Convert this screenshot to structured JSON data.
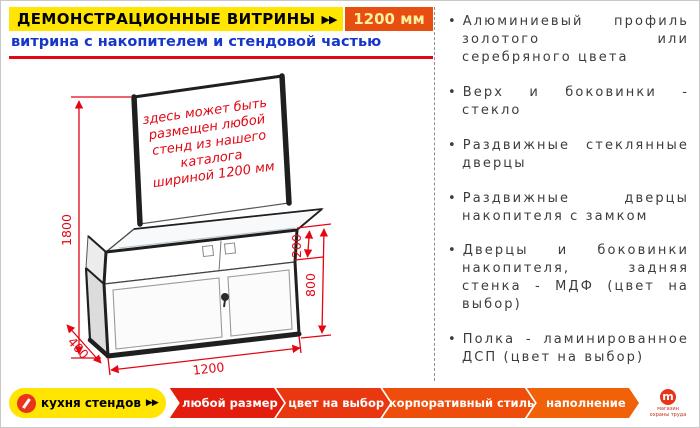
{
  "header": {
    "title": "ДЕМОНСТРАЦИОННЫЕ ВИТРИНЫ",
    "arrows": "▶▶",
    "size_badge": "1200 мм",
    "subtitle": "витрина с накопителем и стендовой частью"
  },
  "drawing": {
    "note_lines": [
      "здесь может быть",
      "размещен любой",
      "стенд из нашего",
      "каталога",
      "шириной 1200 мм"
    ],
    "dims": {
      "total_height": "1800",
      "depth": "400",
      "width": "1200",
      "glass_height": "200",
      "case_height": "800"
    }
  },
  "features": {
    "bullet": "•",
    "items": [
      "Алюминиевый профиль золотого или серебряного цвета",
      "Верх и боковинки - стекло",
      "Раздвижные стеклянные дверцы",
      "Раздвижные дверцы накопителя с замком",
      "Дверцы и боковинки накопителя, задняя стенка - МДФ (цвет на выбор)",
      "Полка - ламинированное ДСП (цвет на выбор)"
    ]
  },
  "footer": {
    "pill": {
      "label": "кухня стендов",
      "arrows": "▶▶"
    },
    "steps": [
      "любой размер",
      "цвет на выбор",
      "корпоративный стиль",
      "наполнение"
    ],
    "logo": {
      "letter": "m",
      "caption": "магазин охраны труда"
    }
  },
  "colors": {
    "brand_yellow": "#ffe500",
    "brand_orange": "#e84e0f",
    "accent_red": "#e30613",
    "title_blue": "#1636c8",
    "step_colors": [
      "#e41e0f",
      "#e93710",
      "#ee4d0b",
      "#f16108"
    ]
  }
}
